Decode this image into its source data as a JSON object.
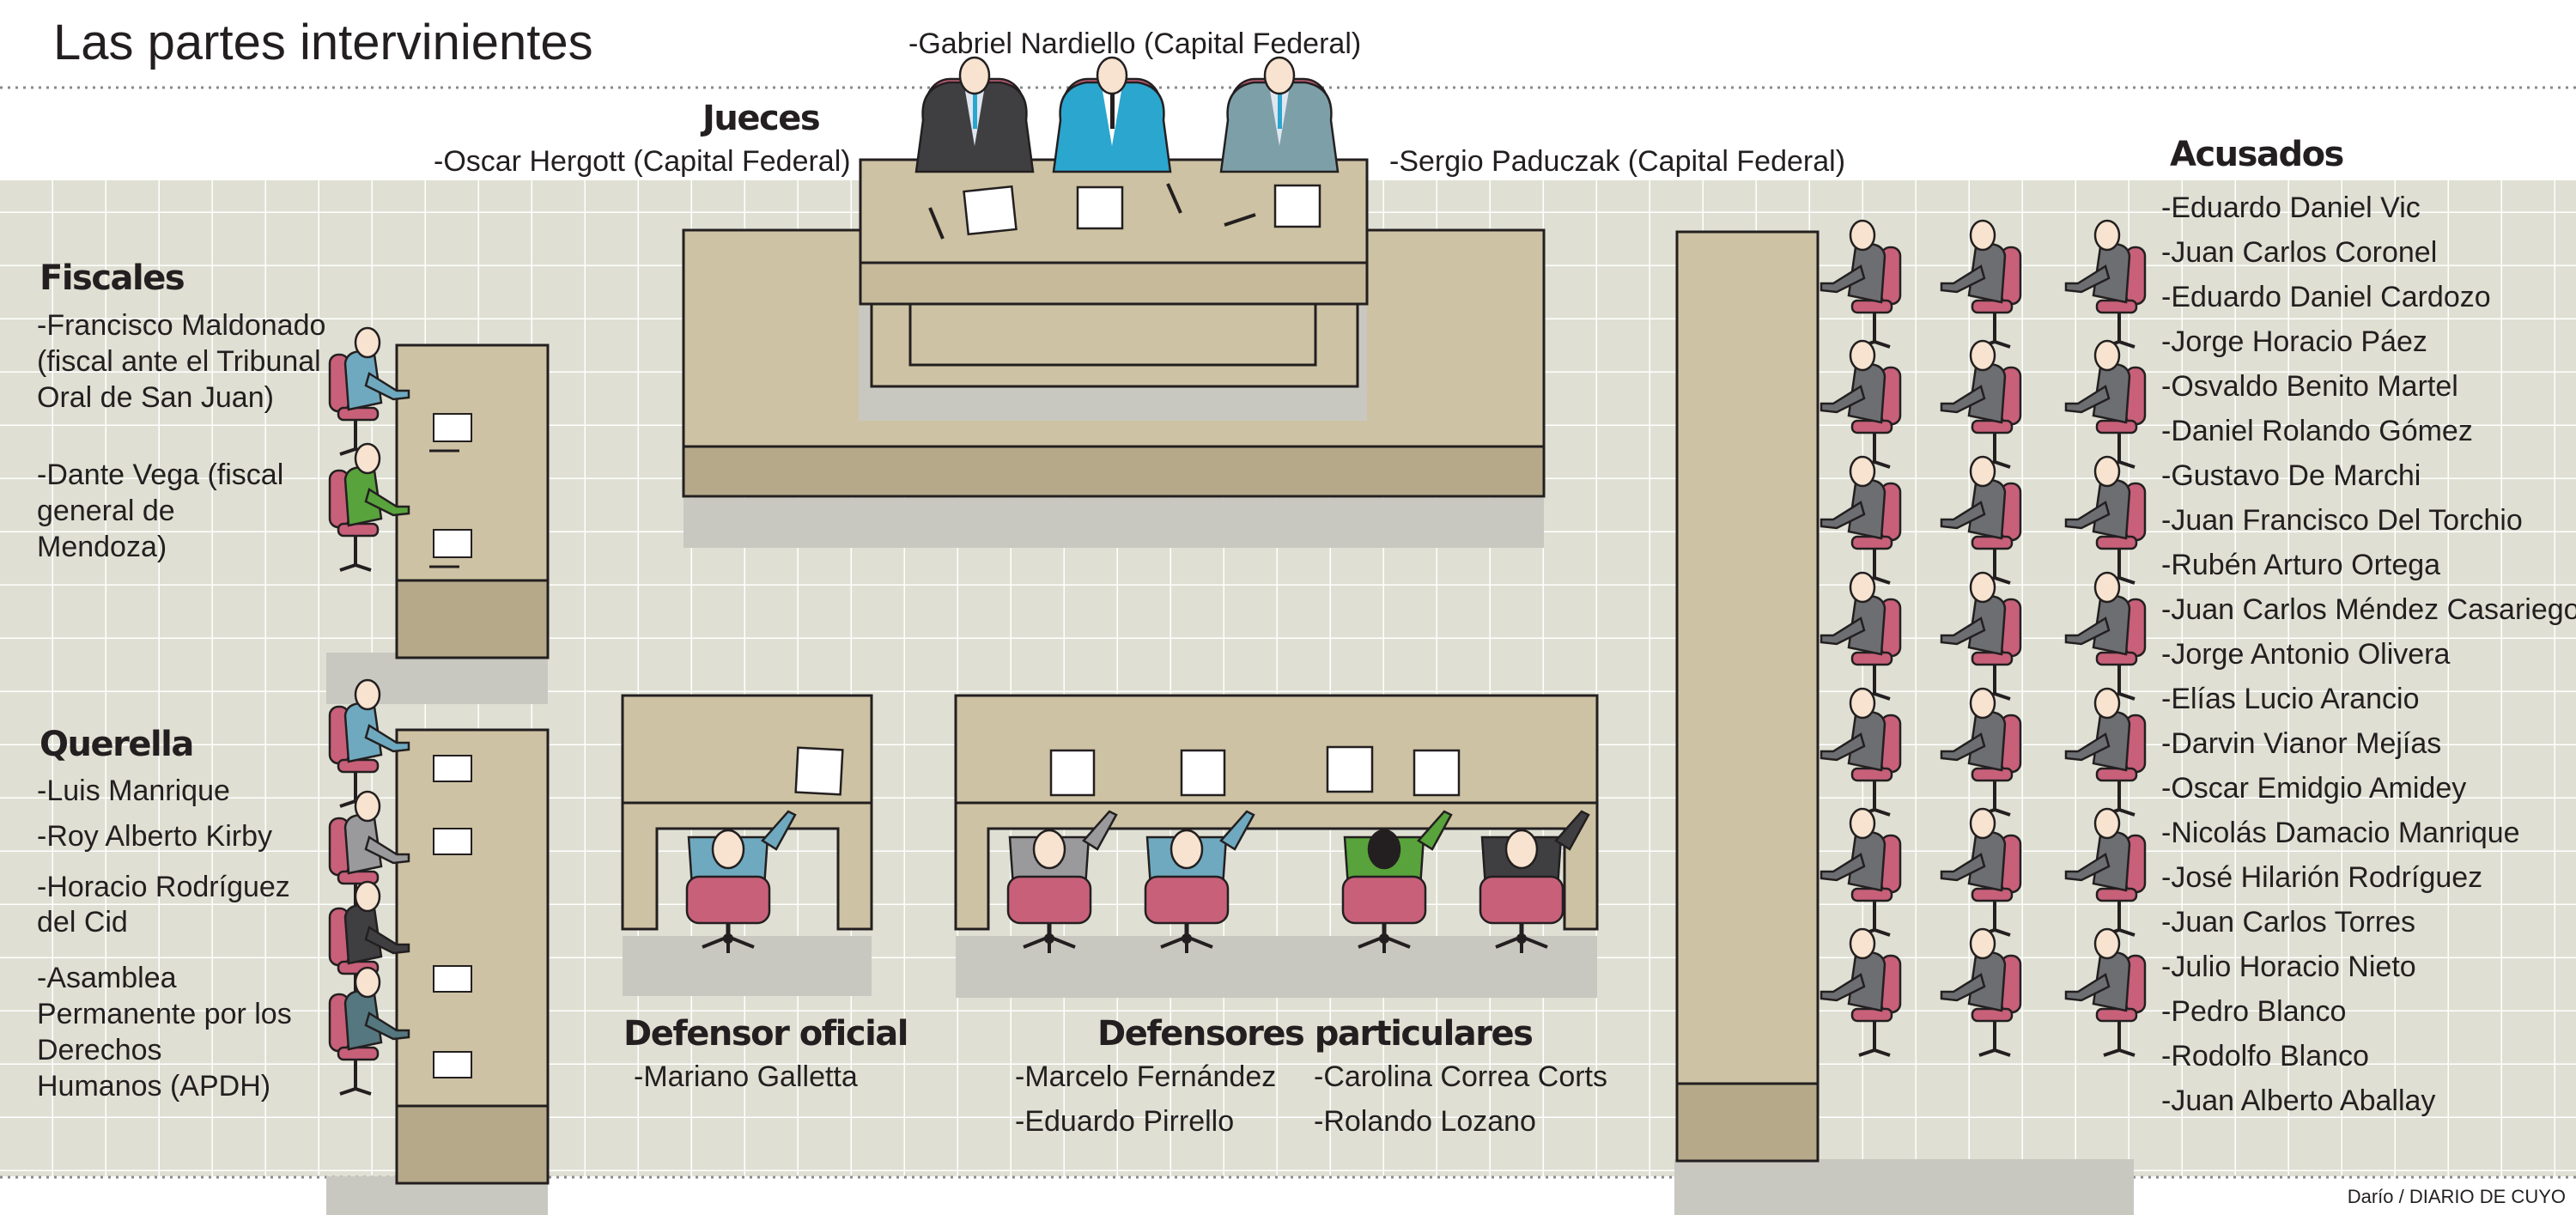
{
  "title": "Las partes intervinientes",
  "credit": "Darío / DIARIO DE CUYO",
  "jueces": {
    "heading": "Jueces",
    "center": "-Gabriel Nardiello  (Capital Federal)",
    "left": "-Oscar Hergott  (Capital Federal)",
    "right": "-Sergio Paduczak (Capital Federal)"
  },
  "fiscales": {
    "heading": "Fiscales",
    "lines": [
      "-Francisco Maldonado",
      "(fiscal ante el Tribunal",
      "Oral de San Juan)",
      "",
      "-Dante Vega (fiscal",
      "general de",
      "Mendoza)"
    ]
  },
  "querella": {
    "heading": "Querella",
    "lines": [
      "-Luis Manrique",
      "-Roy Alberto Kirby",
      "-Horacio Rodríguez",
      "del Cid",
      "-Asamblea",
      "Permanente por los",
      "Derechos",
      "Humanos (APDH)"
    ]
  },
  "defensor_oficial": {
    "heading": "Defensor oficial",
    "name": "-Mariano Galletta"
  },
  "defensores_particulares": {
    "heading": "Defensores particulares",
    "names": [
      "-Marcelo Fernández",
      "-Eduardo Pirrello",
      "-Carolina Correa Corts",
      "-Rolando Lozano"
    ]
  },
  "acusados": {
    "heading": "Acusados",
    "names": [
      "-Eduardo Daniel Vic",
      "-Juan Carlos Coronel",
      "-Eduardo Daniel Cardozo",
      "-Jorge Horacio Páez",
      "-Osvaldo Benito Martel",
      "-Daniel  Rolando Gómez",
      "-Gustavo De Marchi",
      "-Juan Francisco Del Torchio",
      "-Rubén Arturo Ortega",
      "-Juan Carlos Méndez Casariego",
      "-Jorge Antonio Olivera",
      "-Elías Lucio Arancio",
      "-Darvin Vianor Mejías",
      "-Oscar Emidgio Amidey",
      "-Nicolás Damacio Manrique",
      "-José Hilarión Rodríguez",
      "-Juan Carlos Torres",
      "-Julio Horacio Nieto",
      "-Pedro Blanco",
      "-Rodolfo Blanco",
      "-Juan Alberto Aballay"
    ]
  },
  "colors": {
    "floor": "#dfe0d3",
    "grid": "#ffffff",
    "desk": "#cdc2a3",
    "desk_dark": "#b5a98a",
    "shadow": "#c8c8c0",
    "chair": "#c8607a",
    "suit_gray": "#6d6e71",
    "suit_dark": "#3f3f41",
    "suit_blue": "#2ba6cf",
    "suit_teal": "#6fa9bf",
    "suit_green": "#58a33b",
    "skin": "#f7e3cf"
  }
}
